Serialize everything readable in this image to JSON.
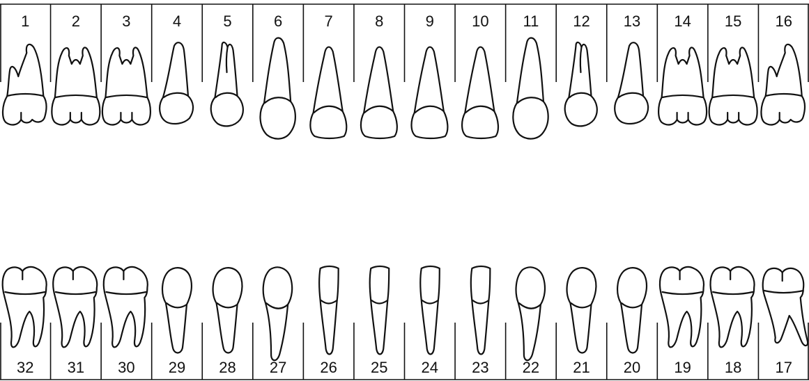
{
  "upper_numbers": [
    "1",
    "2",
    "3",
    "4",
    "5",
    "6",
    "7",
    "8",
    "9",
    "10",
    "11",
    "12",
    "13",
    "14",
    "15",
    "16"
  ],
  "lower_numbers": [
    "32",
    "31",
    "30",
    "29",
    "28",
    "27",
    "26",
    "25",
    "24",
    "23",
    "22",
    "21",
    "20",
    "19",
    "18",
    "17"
  ],
  "upper_types": [
    "molar3",
    "molar",
    "molar",
    "premolar",
    "premolar2",
    "canine",
    "incisor",
    "incisor",
    "incisor",
    "incisor",
    "canine",
    "premolar2",
    "premolar",
    "molar",
    "molar",
    "molar3"
  ],
  "lower_types": [
    "lmolar",
    "lmolar",
    "lmolar",
    "lpremolar",
    "lpremolar",
    "lcanine",
    "lincisor",
    "lincisor",
    "lincisor",
    "lincisor",
    "lcanine",
    "lpremolar",
    "lpremolar",
    "lmolar",
    "lmolar",
    "lmolar3"
  ]
}
